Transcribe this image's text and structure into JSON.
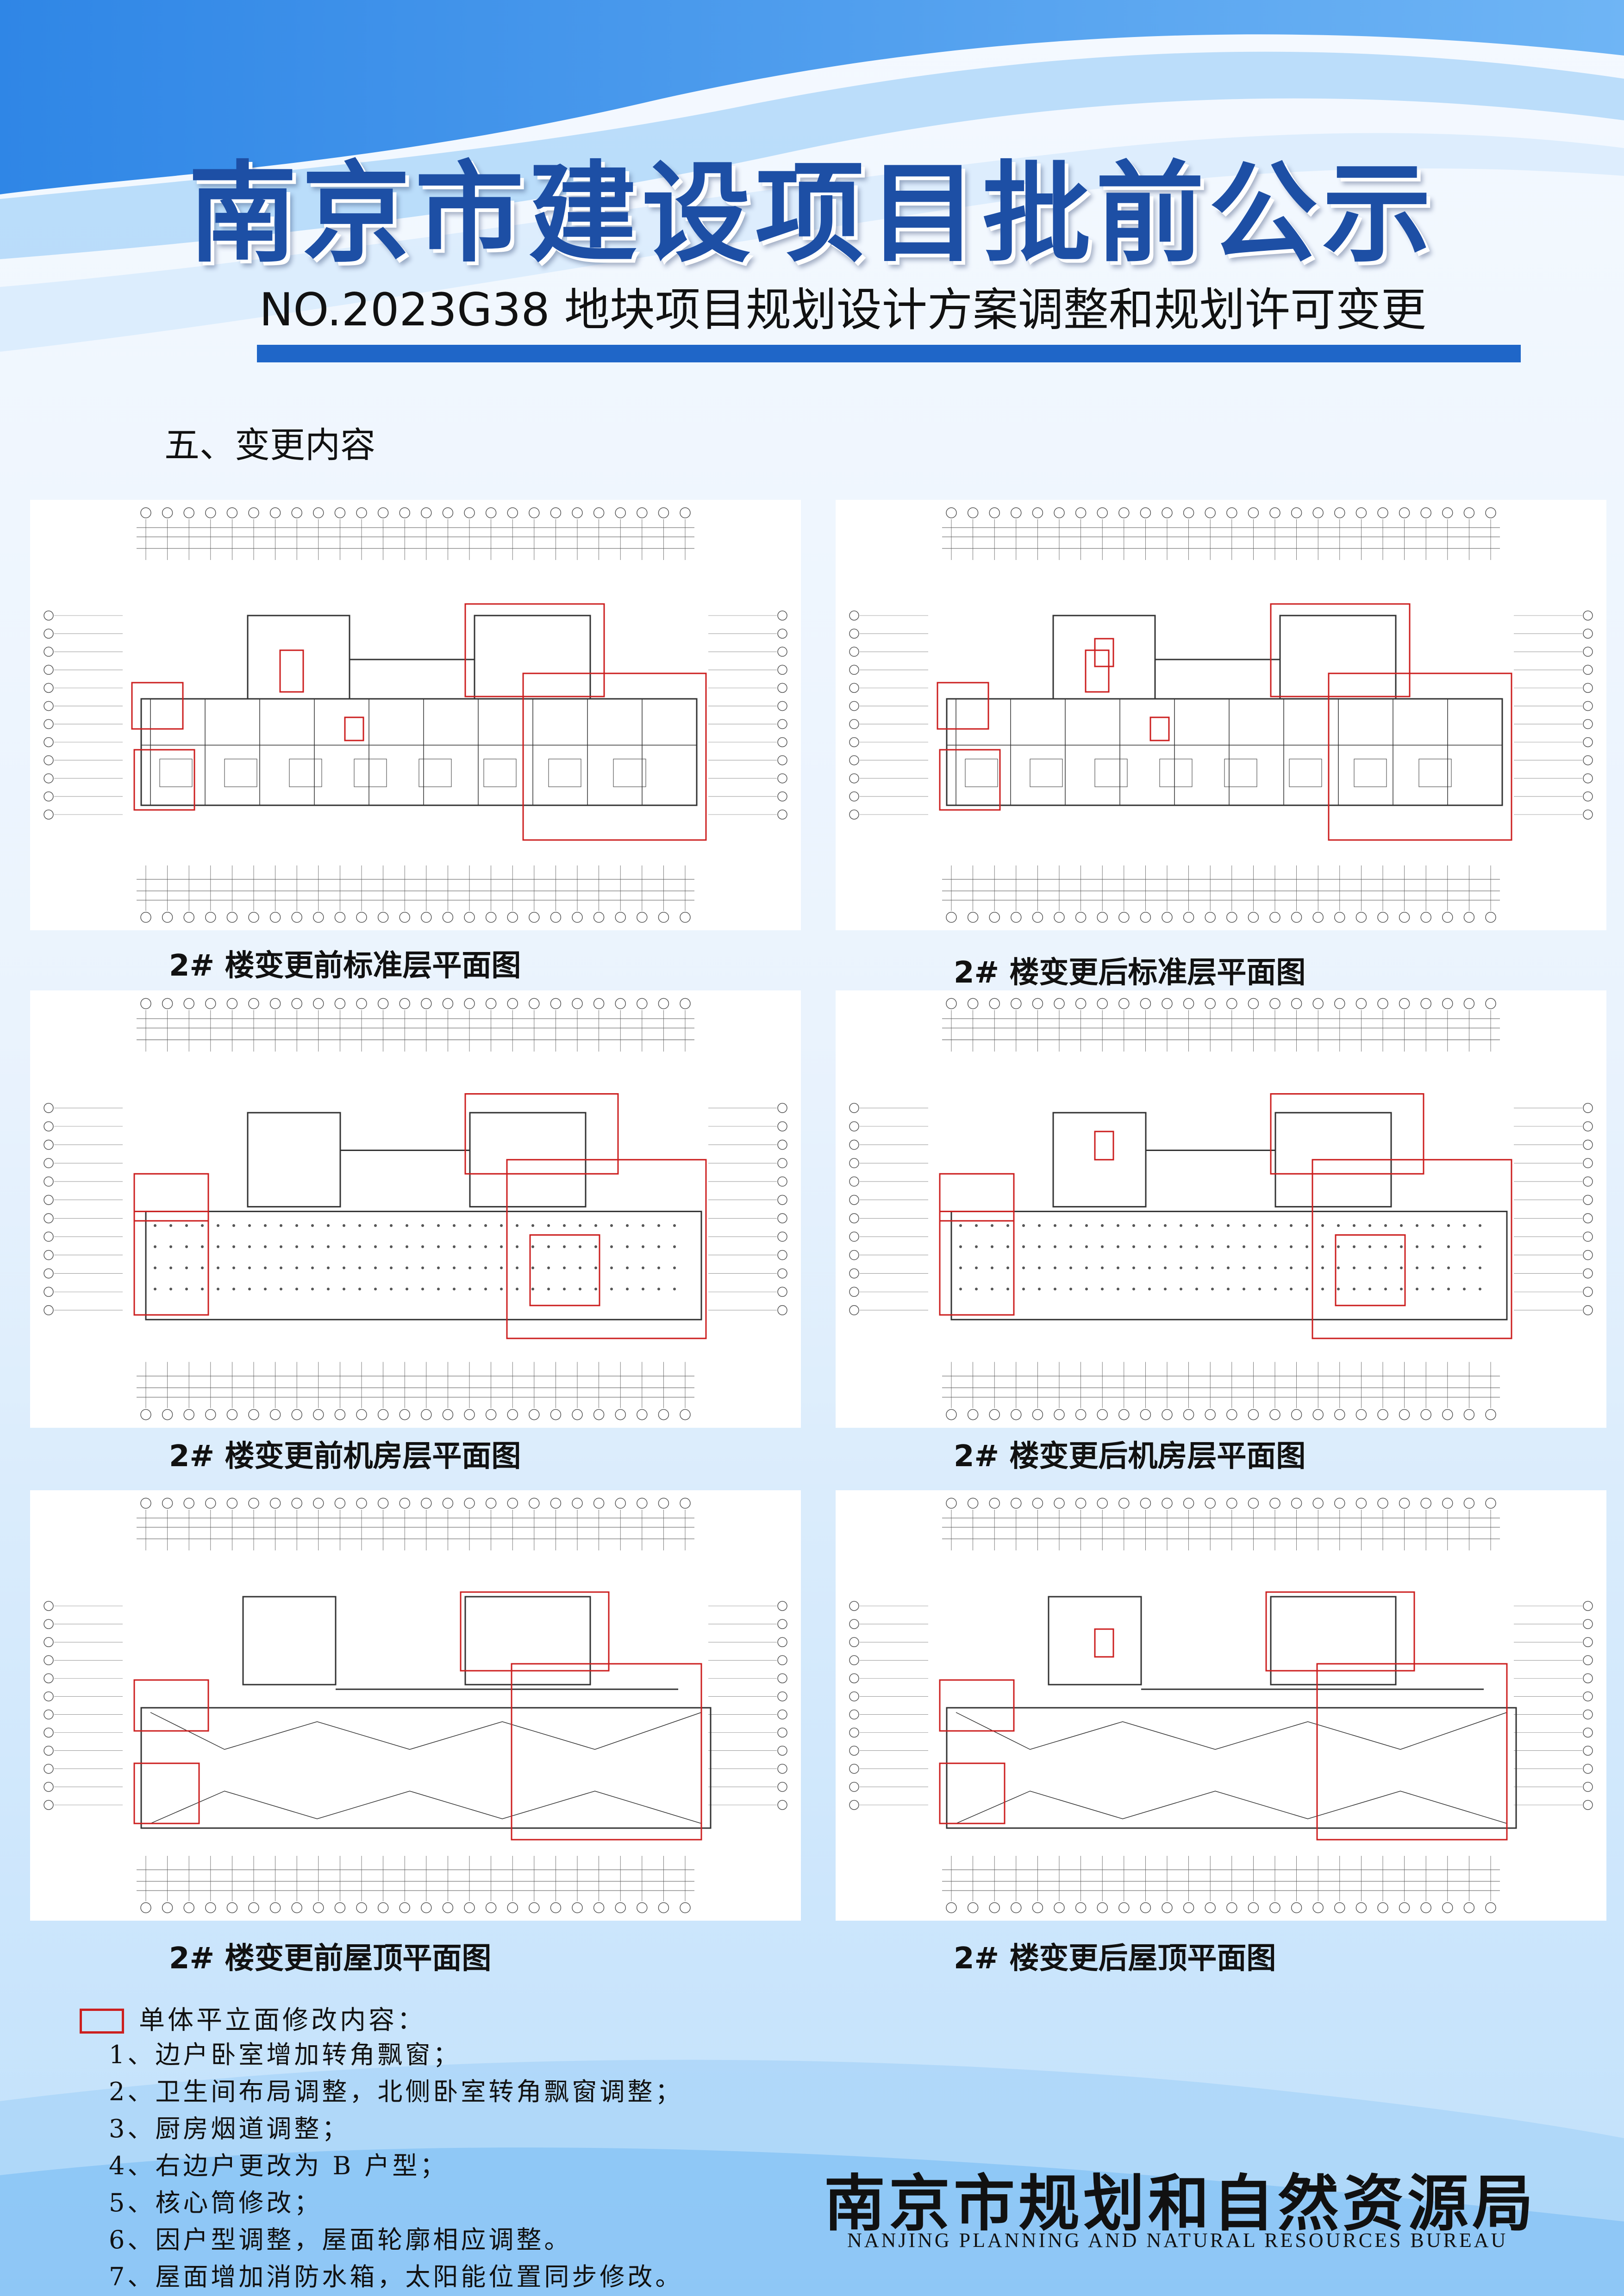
{
  "header": {
    "title": "南京市建设项目批前公示",
    "subtitle": "NO.2023G38 地块项目规划设计方案调整和规划许可变更"
  },
  "section": {
    "heading": "五、变更内容"
  },
  "figures": [
    {
      "caption": "2# 楼变更前标准层平面图",
      "kind": "standard",
      "variant": "before"
    },
    {
      "caption": "2# 楼变更后标准层平面图",
      "kind": "standard",
      "variant": "after"
    },
    {
      "caption": "2# 楼变更前机房层平面图",
      "kind": "machine",
      "variant": "before"
    },
    {
      "caption": "2# 楼变更后机房层平面图",
      "kind": "machine",
      "variant": "after"
    },
    {
      "caption": "2# 楼变更前屋顶平面图",
      "kind": "roof",
      "variant": "before"
    },
    {
      "caption": "2# 楼变更后屋顶平面图",
      "kind": "roof",
      "variant": "after"
    }
  ],
  "notes": {
    "title": "单体平立面修改内容：",
    "items": [
      "1、边户卧室增加转角飘窗；",
      "2、卫生间布局调整，北侧卧室转角飘窗调整；",
      "3、厨房烟道调整；",
      "4、右边户更改为 B 户型；",
      "5、核心筒修改；",
      "6、因户型调整，屋面轮廓相应调整。",
      "7、屋面增加消防水箱，太阳能位置同步修改。"
    ]
  },
  "footer": {
    "org_name": "南京市规划和自然资源局",
    "org_name_en": "NANJING PLANNING AND NATURAL RESOURCES BUREAU"
  },
  "colors": {
    "brand_blue": "#1d4fa5",
    "bar_blue": "#1f66c8",
    "markup_red": "#cc1f1f"
  }
}
